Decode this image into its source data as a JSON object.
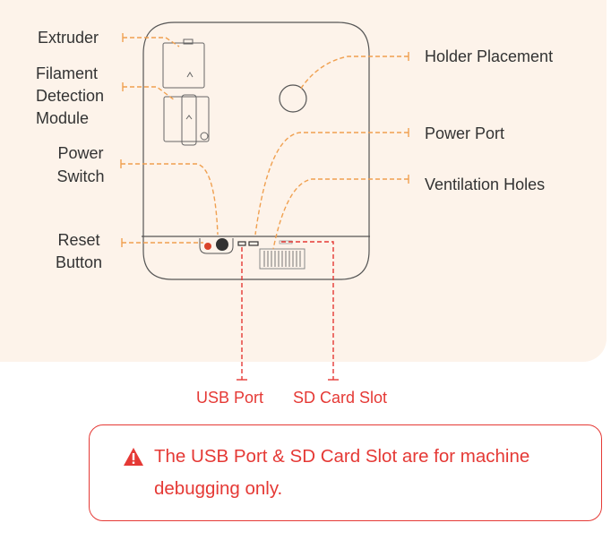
{
  "labels": {
    "extruder": "Extruder",
    "filament_line1": "Filament",
    "filament_line2": "Detection",
    "filament_line3": "Module",
    "power_switch_line1": "Power",
    "power_switch_line2": "Switch",
    "reset_line1": "Reset",
    "reset_line2": "Button",
    "holder_placement": "Holder Placement",
    "power_port": "Power Port",
    "ventilation_holes": "Ventilation Holes",
    "usb_port": "USB Port",
    "sd_card_slot": "SD Card Slot"
  },
  "notice": {
    "icon": "warning-triangle-icon",
    "text": "The USB Port & SD Card Slot are for machine debugging only."
  },
  "colors": {
    "panel_background": "#fdf3ea",
    "leader_line": "#f0a050",
    "port_leader": "#e53935",
    "warning": "#e53935",
    "device_outline": "#555555"
  }
}
